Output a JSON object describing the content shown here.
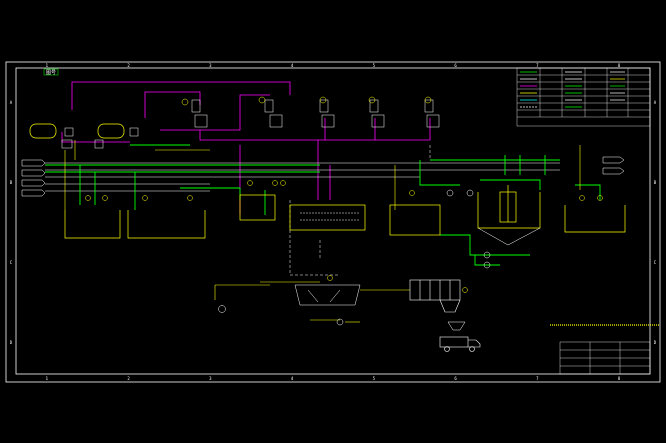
{
  "diagram": {
    "frame_markers": {
      "rows": [
        "A",
        "B",
        "C",
        "D"
      ],
      "cols": [
        "1",
        "2",
        "3",
        "4",
        "5",
        "6",
        "7",
        "8"
      ]
    },
    "tag_top_left": "图号",
    "title_block": {
      "company": "",
      "drawing": "",
      "scale": ""
    },
    "legend_title": "",
    "colors": {
      "border": "#ffffff",
      "process": "#00ff00",
      "air": "#ff00ff",
      "steam": "#ffff00",
      "water": "#00ffff",
      "equipment": "#ffffff",
      "instrument": "#ffff00",
      "background": "#000000"
    },
    "icons": [
      "truck-icon",
      "pump-icon",
      "tank-icon",
      "clarifier-icon",
      "filter-press-icon",
      "blower-icon"
    ]
  }
}
